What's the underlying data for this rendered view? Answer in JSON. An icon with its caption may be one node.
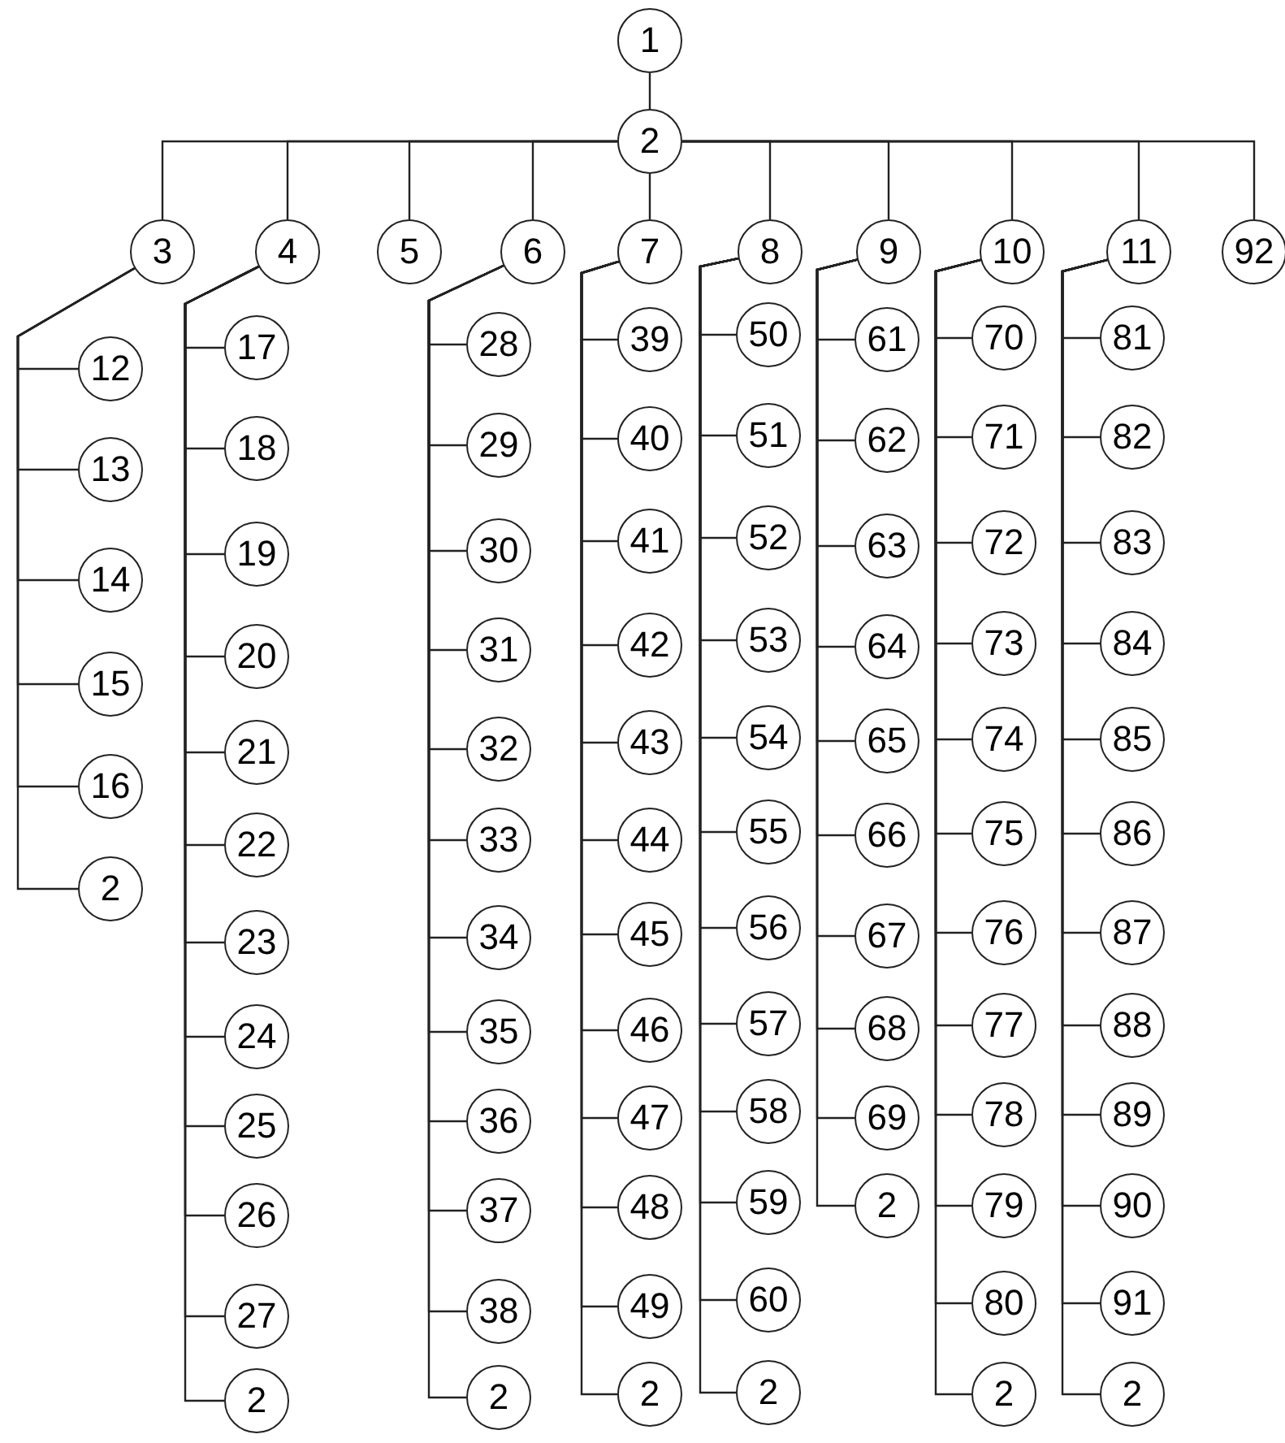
{
  "diagram": {
    "nodes": [
      {
        "text": [
          "1"
        ]
      },
      {
        "text": [
          "2"
        ]
      },
      {
        "text": [
          "3"
        ]
      },
      {
        "text": [
          "4"
        ]
      },
      {
        "text": [
          "5"
        ]
      },
      {
        "text": [
          "6"
        ]
      },
      {
        "text": [
          "7"
        ]
      },
      {
        "text": [
          "8"
        ]
      },
      {
        "text": [
          "9"
        ]
      },
      {
        "text": [
          "10"
        ]
      },
      {
        "text": [
          "11"
        ]
      },
      {
        "text": [
          "92"
        ]
      },
      {
        "text": [
          "12"
        ]
      },
      {
        "text": [
          "13"
        ]
      },
      {
        "text": [
          "14"
        ]
      },
      {
        "text": [
          "15"
        ]
      },
      {
        "text": [
          "16"
        ]
      },
      {
        "text": [
          "2"
        ]
      },
      {
        "text": [
          "17"
        ]
      },
      {
        "text": [
          "18"
        ]
      },
      {
        "text": [
          "19"
        ]
      },
      {
        "text": [
          "20"
        ]
      },
      {
        "text": [
          "21"
        ]
      },
      {
        "text": [
          "22"
        ]
      },
      {
        "text": [
          "23"
        ]
      },
      {
        "text": [
          "24"
        ]
      },
      {
        "text": [
          "25"
        ]
      },
      {
        "text": [
          "26"
        ]
      },
      {
        "text": [
          "27"
        ]
      },
      {
        "text": [
          "2"
        ]
      },
      {
        "text": [
          "28"
        ]
      },
      {
        "text": [
          "29"
        ]
      },
      {
        "text": [
          "30"
        ]
      },
      {
        "text": [
          "31"
        ]
      },
      {
        "text": [
          "32"
        ]
      },
      {
        "text": [
          "33"
        ]
      },
      {
        "text": [
          "34"
        ]
      },
      {
        "text": [
          "35"
        ]
      },
      {
        "text": [
          "36"
        ]
      },
      {
        "text": [
          "37"
        ]
      },
      {
        "text": [
          "38"
        ]
      },
      {
        "text": [
          "2"
        ]
      },
      {
        "text": [
          "39"
        ]
      },
      {
        "text": [
          "40"
        ]
      },
      {
        "text": [
          "41"
        ]
      },
      {
        "text": [
          "42"
        ]
      },
      {
        "text": [
          "43"
        ]
      },
      {
        "text": [
          "44"
        ]
      },
      {
        "text": [
          "45"
        ]
      },
      {
        "text": [
          "46"
        ]
      },
      {
        "text": [
          "47"
        ]
      },
      {
        "text": [
          "48"
        ]
      },
      {
        "text": [
          "49"
        ]
      },
      {
        "text": [
          "2"
        ]
      },
      {
        "text": [
          "50"
        ]
      },
      {
        "text": [
          "51"
        ]
      },
      {
        "text": [
          "52"
        ]
      },
      {
        "text": [
          "53"
        ]
      },
      {
        "text": [
          "54"
        ]
      },
      {
        "text": [
          "55"
        ]
      },
      {
        "text": [
          "56"
        ]
      },
      {
        "text": [
          "57"
        ]
      },
      {
        "text": [
          "58"
        ]
      },
      {
        "text": [
          "59"
        ]
      },
      {
        "text": [
          "60"
        ]
      },
      {
        "text": [
          "2"
        ]
      },
      {
        "text": [
          "61"
        ]
      },
      {
        "text": [
          "62"
        ]
      },
      {
        "text": [
          "63"
        ]
      },
      {
        "text": [
          "64"
        ]
      },
      {
        "text": [
          "65"
        ]
      },
      {
        "text": [
          "66"
        ]
      },
      {
        "text": [
          "67"
        ]
      },
      {
        "text": [
          "68"
        ]
      },
      {
        "text": [
          "69"
        ]
      },
      {
        "text": [
          "2"
        ]
      },
      {
        "text": [
          "70"
        ]
      },
      {
        "text": [
          "71"
        ]
      },
      {
        "text": [
          "72"
        ]
      },
      {
        "text": [
          "73"
        ]
      },
      {
        "text": [
          "74"
        ]
      },
      {
        "text": [
          "75"
        ]
      },
      {
        "text": [
          "76"
        ]
      },
      {
        "text": [
          "77"
        ]
      },
      {
        "text": [
          "78"
        ]
      },
      {
        "text": [
          "79"
        ]
      },
      {
        "text": [
          "80"
        ]
      },
      {
        "text": [
          "2"
        ]
      },
      {
        "text": [
          "81"
        ]
      },
      {
        "text": [
          "82"
        ]
      },
      {
        "text": [
          "83"
        ]
      },
      {
        "text": [
          "84"
        ]
      },
      {
        "text": [
          "85"
        ]
      },
      {
        "text": [
          "86"
        ]
      },
      {
        "text": [
          "87"
        ]
      },
      {
        "text": [
          "88"
        ]
      },
      {
        "text": [
          "89"
        ]
      },
      {
        "text": [
          "90"
        ]
      },
      {
        "text": [
          "91"
        ]
      },
      {
        "text": [
          "2"
        ]
      }
    ],
    "edges": [
      {
        "from": 0,
        "to": 1,
        "arrow": "none"
      },
      {
        "from": 1,
        "to": 2,
        "arrow": "none"
      },
      {
        "from": 1,
        "to": 3,
        "arrow": "none"
      },
      {
        "from": 1,
        "to": 4,
        "arrow": "none"
      },
      {
        "from": 1,
        "to": 5,
        "arrow": "none"
      },
      {
        "from": 1,
        "to": 6,
        "arrow": "none"
      },
      {
        "from": 1,
        "to": 7,
        "arrow": "none"
      },
      {
        "from": 1,
        "to": 8,
        "arrow": "none"
      },
      {
        "from": 1,
        "to": 9,
        "arrow": "none"
      },
      {
        "from": 1,
        "to": 10,
        "arrow": "none"
      },
      {
        "from": 1,
        "to": 11,
        "arrow": "none"
      },
      {
        "from": 2,
        "to": 12,
        "arrow": "none"
      },
      {
        "from": 2,
        "to": 13,
        "arrow": "none"
      },
      {
        "from": 2,
        "to": 14,
        "arrow": "none"
      },
      {
        "from": 2,
        "to": 15,
        "arrow": "none"
      },
      {
        "from": 2,
        "to": 16,
        "arrow": "none"
      },
      {
        "from": 2,
        "to": 17,
        "arrow": "none"
      },
      {
        "from": 3,
        "to": 18,
        "arrow": "none"
      },
      {
        "from": 3,
        "to": 19,
        "arrow": "none"
      },
      {
        "from": 3,
        "to": 20,
        "arrow": "none"
      },
      {
        "from": 3,
        "to": 21,
        "arrow": "none"
      },
      {
        "from": 3,
        "to": 22,
        "arrow": "none"
      },
      {
        "from": 3,
        "to": 23,
        "arrow": "none"
      },
      {
        "from": 3,
        "to": 24,
        "arrow": "none"
      },
      {
        "from": 3,
        "to": 25,
        "arrow": "none"
      },
      {
        "from": 3,
        "to": 26,
        "arrow": "none"
      },
      {
        "from": 3,
        "to": 27,
        "arrow": "none"
      },
      {
        "from": 3,
        "to": 28,
        "arrow": "none"
      },
      {
        "from": 3,
        "to": 29,
        "arrow": "none"
      },
      {
        "from": 5,
        "to": 30,
        "arrow": "none"
      },
      {
        "from": 5,
        "to": 31,
        "arrow": "none"
      },
      {
        "from": 5,
        "to": 32,
        "arrow": "none"
      },
      {
        "from": 5,
        "to": 33,
        "arrow": "none"
      },
      {
        "from": 5,
        "to": 34,
        "arrow": "none"
      },
      {
        "from": 5,
        "to": 35,
        "arrow": "none"
      },
      {
        "from": 5,
        "to": 36,
        "arrow": "none"
      },
      {
        "from": 5,
        "to": 37,
        "arrow": "none"
      },
      {
        "from": 5,
        "to": 38,
        "arrow": "none"
      },
      {
        "from": 5,
        "to": 39,
        "arrow": "none"
      },
      {
        "from": 5,
        "to": 40,
        "arrow": "none"
      },
      {
        "from": 5,
        "to": 41,
        "arrow": "none"
      },
      {
        "from": 6,
        "to": 42,
        "arrow": "none"
      },
      {
        "from": 6,
        "to": 43,
        "arrow": "none"
      },
      {
        "from": 6,
        "to": 44,
        "arrow": "none"
      },
      {
        "from": 6,
        "to": 45,
        "arrow": "none"
      },
      {
        "from": 6,
        "to": 46,
        "arrow": "none"
      },
      {
        "from": 6,
        "to": 47,
        "arrow": "none"
      },
      {
        "from": 6,
        "to": 48,
        "arrow": "none"
      },
      {
        "from": 6,
        "to": 49,
        "arrow": "none"
      },
      {
        "from": 6,
        "to": 50,
        "arrow": "none"
      },
      {
        "from": 6,
        "to": 51,
        "arrow": "none"
      },
      {
        "from": 6,
        "to": 52,
        "arrow": "none"
      },
      {
        "from": 6,
        "to": 53,
        "arrow": "none"
      },
      {
        "from": 7,
        "to": 54,
        "arrow": "none"
      },
      {
        "from": 7,
        "to": 55,
        "arrow": "none"
      },
      {
        "from": 7,
        "to": 56,
        "arrow": "none"
      },
      {
        "from": 7,
        "to": 57,
        "arrow": "none"
      },
      {
        "from": 7,
        "to": 58,
        "arrow": "none"
      },
      {
        "from": 7,
        "to": 59,
        "arrow": "none"
      },
      {
        "from": 7,
        "to": 60,
        "arrow": "none"
      },
      {
        "from": 7,
        "to": 61,
        "arrow": "none"
      },
      {
        "from": 7,
        "to": 62,
        "arrow": "none"
      },
      {
        "from": 7,
        "to": 63,
        "arrow": "none"
      },
      {
        "from": 7,
        "to": 64,
        "arrow": "none"
      },
      {
        "from": 7,
        "to": 65,
        "arrow": "none"
      },
      {
        "from": 8,
        "to": 66,
        "arrow": "none"
      },
      {
        "from": 8,
        "to": 67,
        "arrow": "none"
      },
      {
        "from": 8,
        "to": 68,
        "arrow": "none"
      },
      {
        "from": 8,
        "to": 69,
        "arrow": "none"
      },
      {
        "from": 8,
        "to": 70,
        "arrow": "none"
      },
      {
        "from": 8,
        "to": 71,
        "arrow": "none"
      },
      {
        "from": 8,
        "to": 72,
        "arrow": "none"
      },
      {
        "from": 8,
        "to": 73,
        "arrow": "none"
      },
      {
        "from": 8,
        "to": 74,
        "arrow": "none"
      },
      {
        "from": 8,
        "to": 75,
        "arrow": "none"
      },
      {
        "from": 9,
        "to": 76,
        "arrow": "none"
      },
      {
        "from": 9,
        "to": 77,
        "arrow": "none"
      },
      {
        "from": 9,
        "to": 78,
        "arrow": "none"
      },
      {
        "from": 9,
        "to": 79,
        "arrow": "none"
      },
      {
        "from": 9,
        "to": 80,
        "arrow": "none"
      },
      {
        "from": 9,
        "to": 81,
        "arrow": "none"
      },
      {
        "from": 9,
        "to": 82,
        "arrow": "none"
      },
      {
        "from": 9,
        "to": 83,
        "arrow": "none"
      },
      {
        "from": 9,
        "to": 84,
        "arrow": "none"
      },
      {
        "from": 9,
        "to": 85,
        "arrow": "none"
      },
      {
        "from": 9,
        "to": 86,
        "arrow": "none"
      },
      {
        "from": 9,
        "to": 87,
        "arrow": "none"
      },
      {
        "from": 10,
        "to": 88,
        "arrow": "none"
      },
      {
        "from": 10,
        "to": 89,
        "arrow": "none"
      },
      {
        "from": 10,
        "to": 90,
        "arrow": "none"
      },
      {
        "from": 10,
        "to": 91,
        "arrow": "none"
      },
      {
        "from": 10,
        "to": 92,
        "arrow": "none"
      },
      {
        "from": 10,
        "to": 93,
        "arrow": "none"
      },
      {
        "from": 10,
        "to": 94,
        "arrow": "none"
      },
      {
        "from": 10,
        "to": 95,
        "arrow": "none"
      },
      {
        "from": 10,
        "to": 96,
        "arrow": "none"
      },
      {
        "from": 10,
        "to": 97,
        "arrow": "none"
      },
      {
        "from": 10,
        "to": 98,
        "arrow": "none"
      },
      {
        "from": 10,
        "to": 99,
        "arrow": "none"
      }
    ]
  }
}
